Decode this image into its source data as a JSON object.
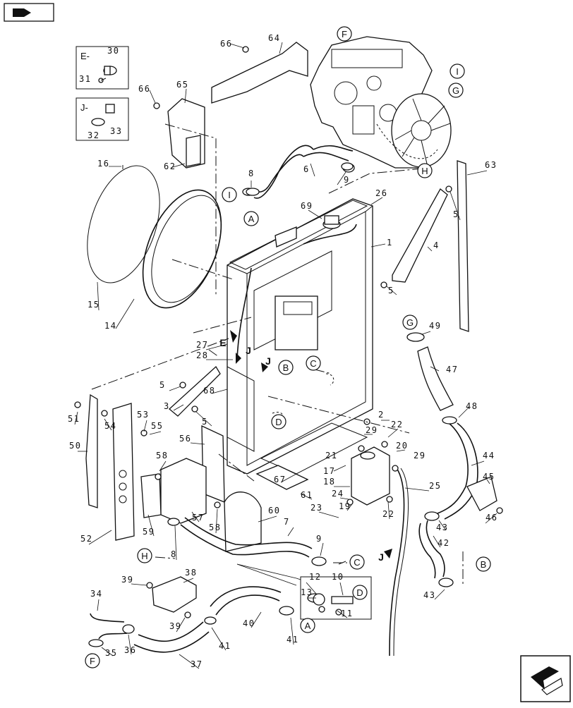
{
  "detail_boxes": [
    {
      "letter": "E-",
      "parts": [
        "30",
        "31"
      ]
    },
    {
      "letter": "J-",
      "parts": [
        "33",
        "32"
      ]
    }
  ],
  "callouts": [
    "A",
    "B",
    "C",
    "D",
    "E",
    "F",
    "G",
    "H",
    "I",
    "J"
  ],
  "part_numbers": [
    "1",
    "2",
    "3",
    "4",
    "5",
    "6",
    "7",
    "8",
    "9",
    "10",
    "11",
    "12",
    "13",
    "14",
    "15",
    "16",
    "17",
    "18",
    "19",
    "20",
    "21",
    "22",
    "23",
    "24",
    "25",
    "26",
    "27",
    "28",
    "29",
    "30",
    "31",
    "32",
    "33",
    "34",
    "35",
    "36",
    "37",
    "38",
    "39",
    "40",
    "41",
    "42",
    "43",
    "44",
    "45",
    "46",
    "47",
    "48",
    "49",
    "50",
    "51",
    "52",
    "53",
    "54",
    "55",
    "56",
    "57",
    "58",
    "59",
    "60",
    "61",
    "62",
    "63",
    "64",
    "65",
    "66",
    "67",
    "68",
    "69"
  ]
}
